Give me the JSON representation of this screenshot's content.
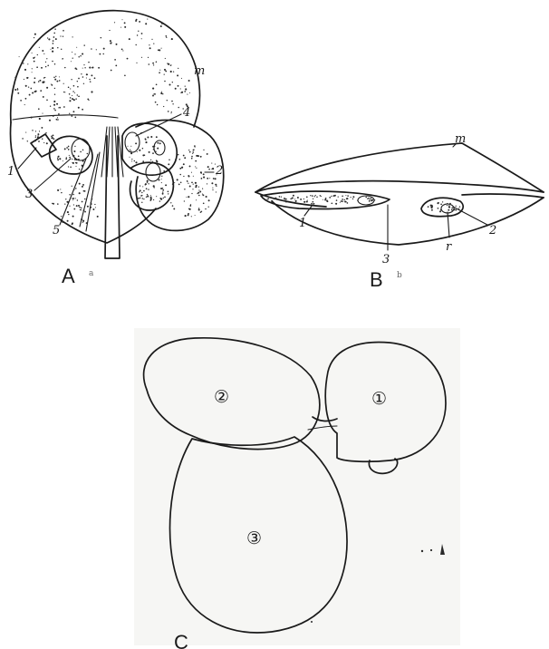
{
  "panels": {
    "A": {
      "letter": "A",
      "caption": "a",
      "labels": {
        "m": "m",
        "n1": "1",
        "n2": "2",
        "n3": "3",
        "n4": "4",
        "n5": "5"
      }
    },
    "B": {
      "letter": "B",
      "caption": "b",
      "labels": {
        "m": "m",
        "n1": "1",
        "n2": "2",
        "n3": "3",
        "r": "r"
      }
    },
    "C": {
      "letter": "C",
      "labels": {
        "c1": "①",
        "c2": "②",
        "c3": "③"
      }
    }
  }
}
